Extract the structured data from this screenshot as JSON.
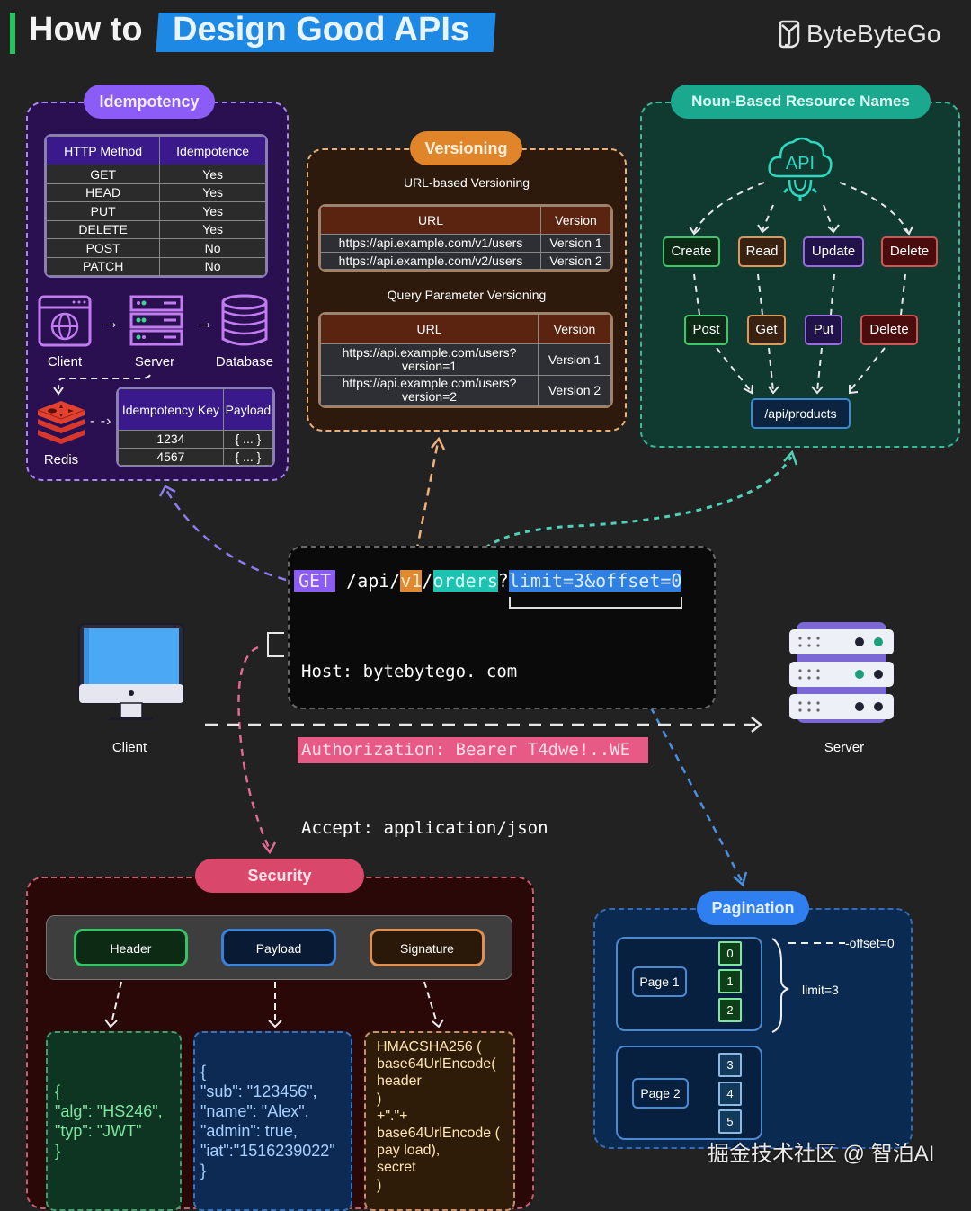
{
  "header": {
    "title_prefix": "How to",
    "title_highlight": "Design Good APIs",
    "brand": "ByteByteGo"
  },
  "colors": {
    "background": "#222222",
    "idempotency": "#8b5cf6",
    "versioning": "#e0852a",
    "noun": "#1aa98f",
    "security": "#d9476b",
    "pagination": "#2f7ff0",
    "title_highlight": "#1e88e5",
    "title_bar": "#22c55e"
  },
  "idempotency": {
    "label": "Idempotency",
    "table": {
      "headers": [
        "HTTP Method",
        "Idempotence"
      ],
      "rows": [
        [
          "GET",
          "Yes"
        ],
        [
          "HEAD",
          "Yes"
        ],
        [
          "PUT",
          "Yes"
        ],
        [
          "DELETE",
          "Yes"
        ],
        [
          "POST",
          "No"
        ],
        [
          "PATCH",
          "No"
        ]
      ]
    },
    "flow": [
      "Client",
      "Server",
      "Database"
    ],
    "cache_label": "Redis",
    "key_table": {
      "headers": [
        "Idempotency Key",
        "Payload"
      ],
      "rows": [
        [
          "1234",
          "{ ... }"
        ],
        [
          "4567",
          "{ ... }"
        ]
      ]
    }
  },
  "versioning": {
    "label": "Versioning",
    "url_title": "URL-based Versioning",
    "url_table": {
      "headers": [
        "URL",
        "Version"
      ],
      "rows": [
        [
          "https://api.example.com/v1/users",
          "Version 1"
        ],
        [
          "https://api.example.com/v2/users",
          "Version 2"
        ]
      ]
    },
    "query_title": "Query Parameter Versioning",
    "query_table": {
      "headers": [
        "URL",
        "Version"
      ],
      "rows": [
        [
          "https://api.example.com/users?",
          "version=1",
          "Version 1"
        ],
        [
          "https://api.example.com/users?",
          "version=2",
          "Version 2"
        ]
      ]
    }
  },
  "noun": {
    "label": "Noun-Based Resource Names",
    "api_icon_text": "API",
    "ops": [
      "Create",
      "Read",
      "Update",
      "Delete"
    ],
    "methods": [
      "Post",
      "Get",
      "Put",
      "Delete"
    ],
    "resource": "/api/products"
  },
  "request": {
    "method": "GET",
    "path_prefix": " /api/",
    "version": "v1",
    "slash": "/",
    "resource": "orders",
    "q": "?",
    "query": "limit=3&offset=0",
    "host": "Host: bytebytego. com",
    "auth": "Authorization: Bearer T4dwe!..WE",
    "accept": "Accept: application/json"
  },
  "actors": {
    "client": "Client",
    "server": "Server"
  },
  "security": {
    "label": "Security",
    "parts": [
      "Header",
      "Payload",
      "Signature"
    ],
    "header_json": [
      "{",
      "\"alg\": \"HS246\",",
      "\"typ\": \"JWT\"",
      "}"
    ],
    "payload_json": [
      "{",
      "\"sub\": \"123456\",",
      "\"name\": \"Alex\",",
      "\"admin\": true,",
      "\"iat\":\"1516239022\"",
      "}"
    ],
    "signature": [
      "HMACSHA256 (",
      "base64UrlEncode(",
      "header",
      ")",
      "+\".\"+",
      "base64UrlEncode (",
      "pay load),",
      "secret",
      ")"
    ]
  },
  "pagination": {
    "label": "Pagination",
    "pages": [
      {
        "label": "Page 1",
        "items": [
          "0",
          "1",
          "2"
        ]
      },
      {
        "label": "Page 2",
        "items": [
          "3",
          "4",
          "5"
        ]
      }
    ],
    "offset_label": "-offset=0",
    "limit_label": "limit=3"
  },
  "watermark": "掘金技术社区 @ 智泊AI"
}
